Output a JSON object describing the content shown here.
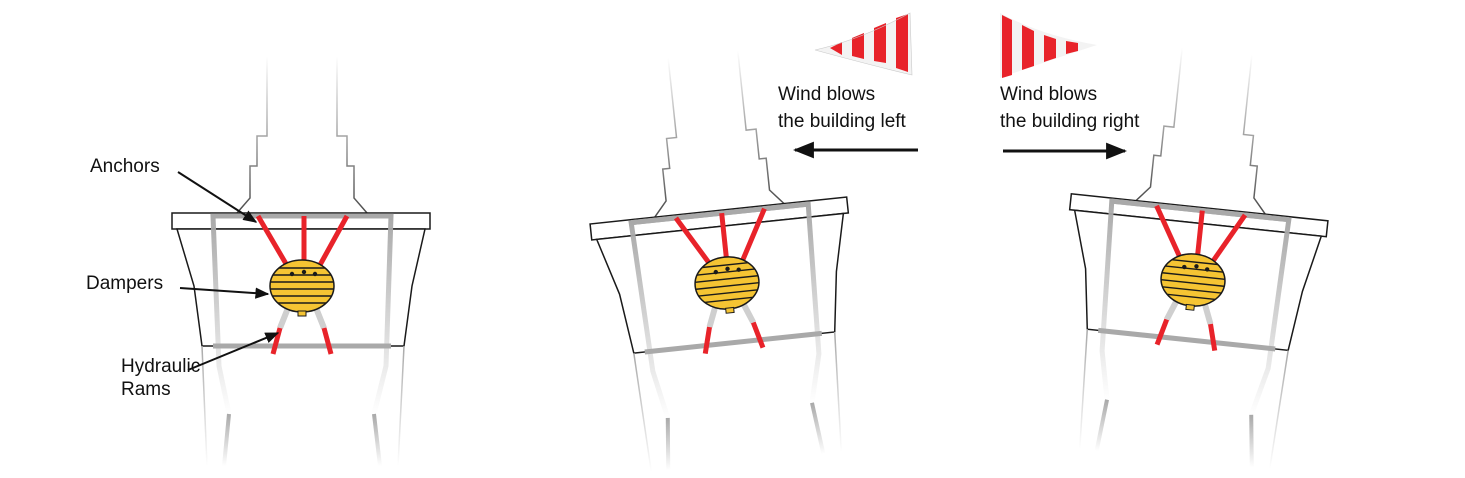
{
  "labels": {
    "anchors": "Anchors",
    "dampers": "Dampers",
    "hydraulic_rams_line1": "Hydraulic",
    "hydraulic_rams_line2": "Rams"
  },
  "wind": {
    "left": {
      "line1": "Wind blows",
      "line2": "the building left"
    },
    "right": {
      "line1": "Wind blows",
      "line2": "the building right"
    }
  },
  "colors": {
    "anchor_red": "#e8232a",
    "damper_yellow": "#f5c433",
    "frame_gray": "#a9a9a9",
    "flag_light": "#f3f3f3",
    "outline": "#1a1a1a"
  }
}
